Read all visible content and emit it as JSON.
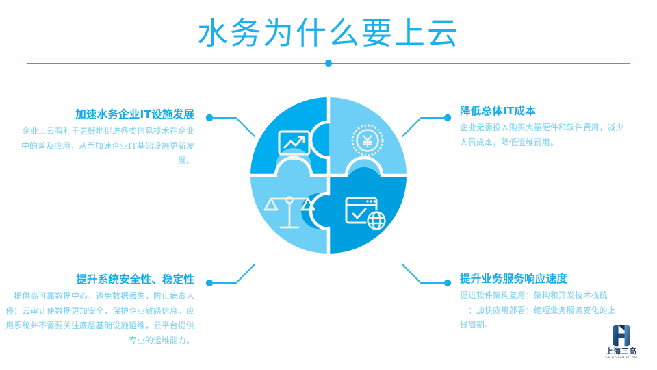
{
  "slide": {
    "title": "水务为什么要上云",
    "background_color": "#FFFFFF",
    "accent_color": "#11ABEA",
    "body_text_color": "#74CFF2"
  },
  "puzzle": {
    "name": "four-piece-circular-puzzle",
    "colors": {
      "top_left": "#00AEEF",
      "top_right": "#6DCFF6",
      "bottom_left": "#6DCFF6",
      "bottom_right": "#00A0E0",
      "icon": "#F2EFE4",
      "gap": "#FFFFFF"
    },
    "pieces": [
      {
        "position": "top-left",
        "icon": "monitor-chart-icon"
      },
      {
        "position": "top-right",
        "icon": "yen-coin-icon"
      },
      {
        "position": "bottom-left",
        "icon": "balance-scales-icon"
      },
      {
        "position": "bottom-right",
        "icon": "browser-globe-icon"
      }
    ]
  },
  "blocks": {
    "top_left": {
      "heading": "加速水务企业IT设施发展",
      "body": "企业上云有利于更好地促进各类信息技术在企业中的普及应用，从而加速企业IT基础设施更新发展。"
    },
    "top_right": {
      "heading": "降低总体IT成本",
      "body": "企业无需投入购买大量硬件和软件费用，减少人员成本，降低运维费用。"
    },
    "bottom_left": {
      "heading": "提升系统安全性、稳定性",
      "body": "提供高可靠数据中心，避免数据丢失，防止病毒入侵；云审计使数据更加安全，保护企业敏感信息。应用系统并不需要关注底层基础设施运维，云平台提供专业的运维能力。"
    },
    "bottom_right": {
      "heading": "提升业务服务响应速度",
      "body": "促进软件架构复用；架构和开发技术栈统一；加快应用部署；缩短业务服务变化的上线周期。"
    }
  },
  "logo": {
    "name_cn": "上海三高",
    "name_en": "SHANGHAI 3H",
    "mark_color": "#1B3F6B"
  }
}
